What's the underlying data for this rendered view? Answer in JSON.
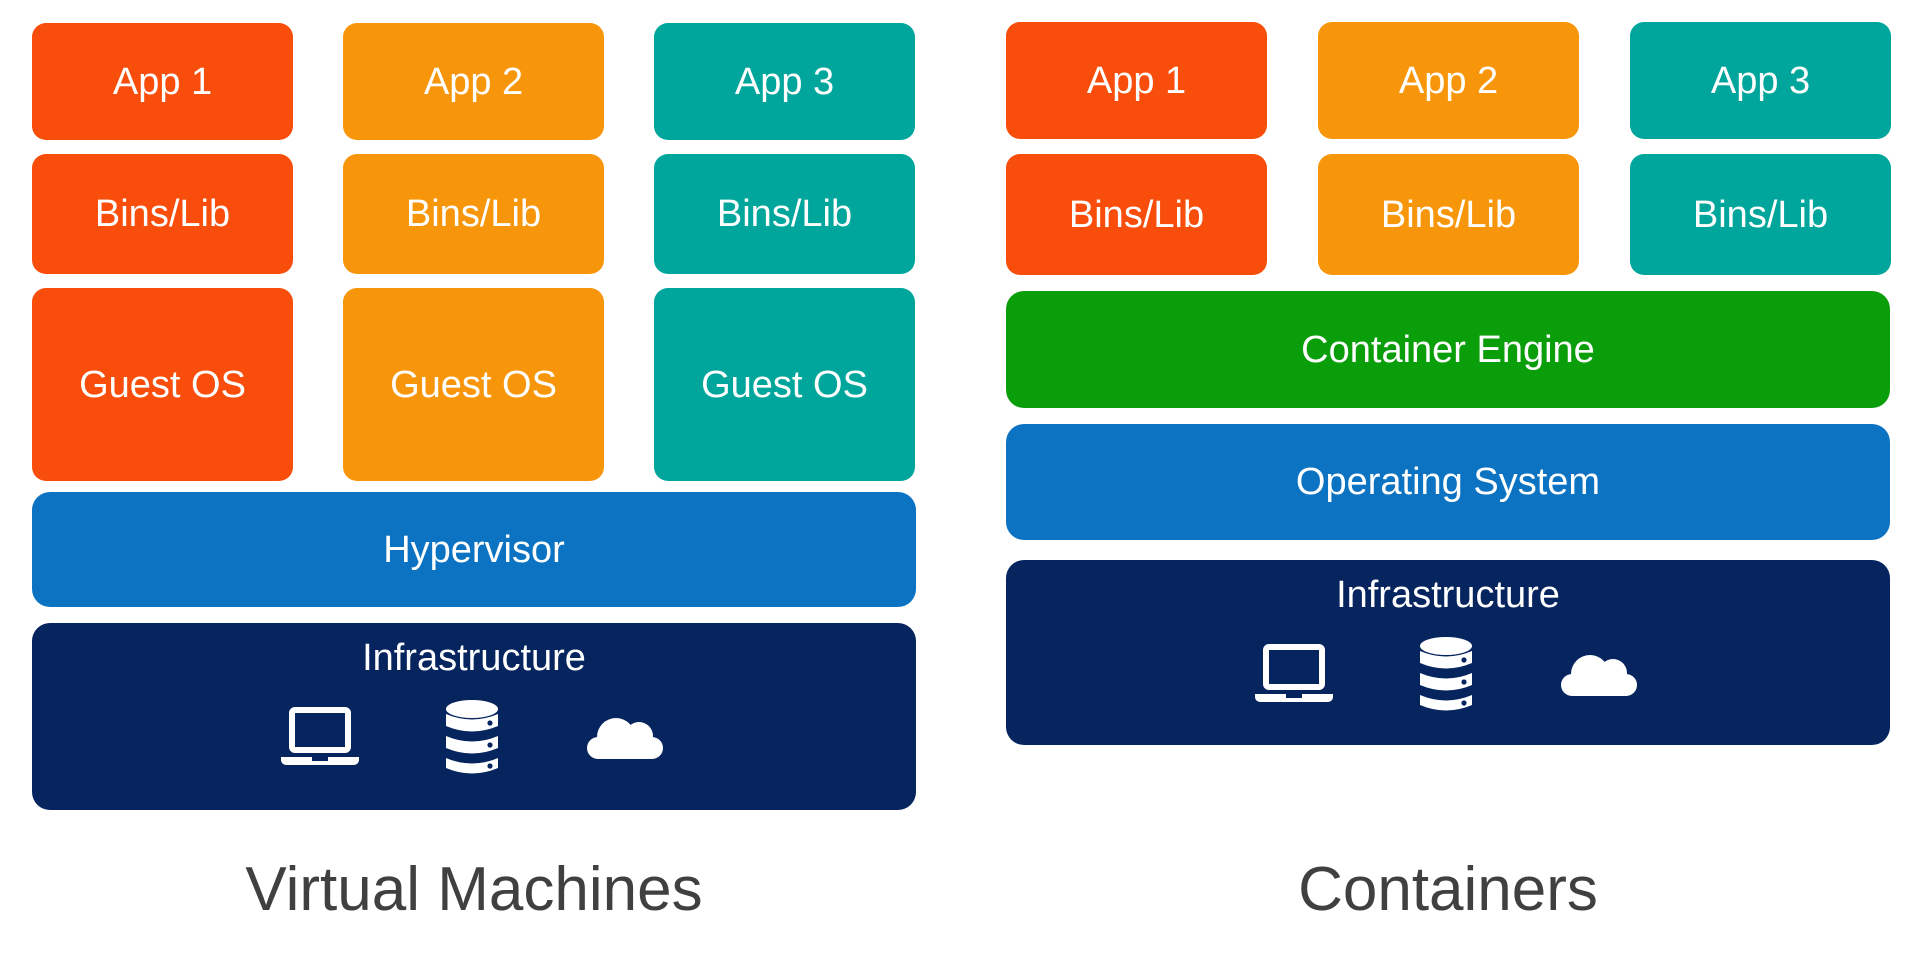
{
  "page": {
    "background": "#FFFFFF"
  },
  "colors": {
    "app_column_1": "#F94D0B",
    "app_column_2": "#F8960B",
    "app_column_3": "#00A69B",
    "hypervisor": "#0B73C2",
    "operating_system": "#0B73C2",
    "container_engine": "#0B9E0B",
    "infrastructure": "#06245E",
    "block_text": "#FFFFFF",
    "title_text": "#404040"
  },
  "left_panel": {
    "title": "Virtual Machines",
    "columns": [
      {
        "app_label": "App 1",
        "bins_label": "Bins/Lib",
        "guest_os_label": "Guest OS",
        "color": "#F94D0B"
      },
      {
        "app_label": "App 2",
        "bins_label": "Bins/Lib",
        "guest_os_label": "Guest OS",
        "color": "#F8960B"
      },
      {
        "app_label": "App 3",
        "bins_label": "Bins/Lib",
        "guest_os_label": "Guest OS",
        "color": "#00A69B"
      }
    ],
    "hypervisor_label": "Hypervisor",
    "infrastructure": {
      "label": "Infrastructure",
      "icons": [
        "laptop-icon",
        "database-icon",
        "cloud-icon"
      ]
    }
  },
  "right_panel": {
    "title": "Containers",
    "columns": [
      {
        "app_label": "App 1",
        "bins_label": "Bins/Lib",
        "color": "#F94D0B"
      },
      {
        "app_label": "App 2",
        "bins_label": "Bins/Lib",
        "color": "#F8960B"
      },
      {
        "app_label": "App 3",
        "bins_label": "Bins/Lib",
        "color": "#00A69B"
      }
    ],
    "container_engine_label": "Container Engine",
    "operating_system_label": "Operating System",
    "infrastructure": {
      "label": "Infrastructure",
      "icons": [
        "laptop-icon",
        "database-icon",
        "cloud-icon"
      ]
    }
  }
}
